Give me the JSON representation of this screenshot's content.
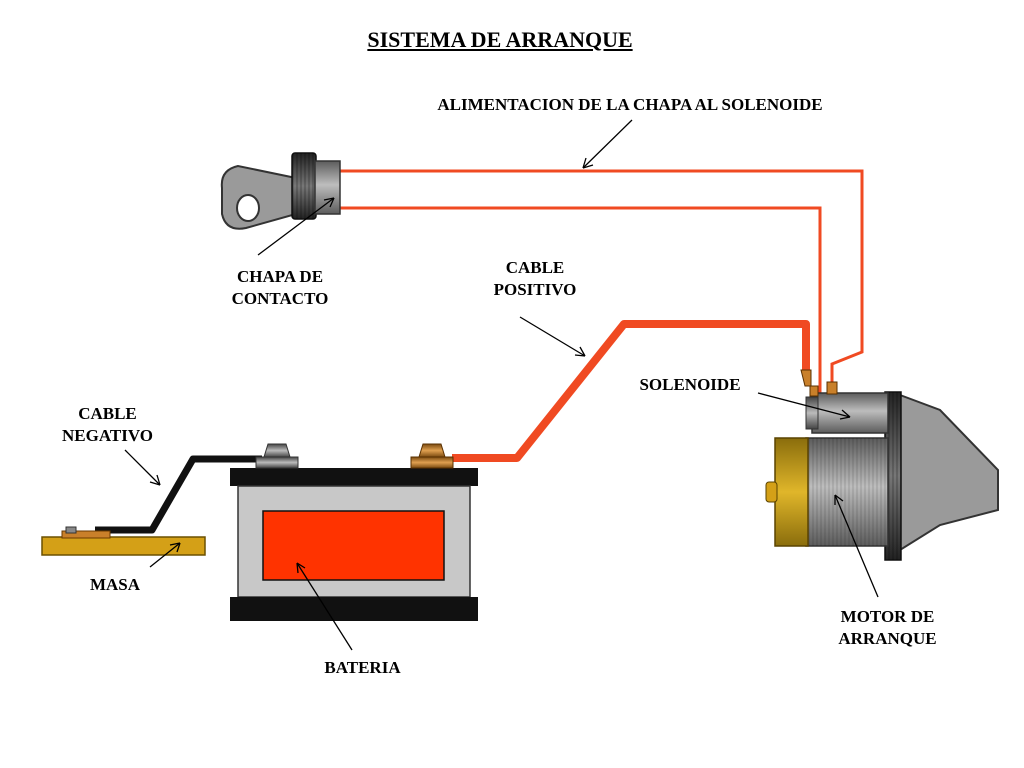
{
  "title": "SISTEMA DE ARRANQUE",
  "labels": {
    "feed": "ALIMENTACION DE LA CHAPA AL SOLENOIDE",
    "ignition_l1": "CHAPA DE",
    "ignition_l2": "CONTACTO",
    "positive_l1": "CABLE",
    "positive_l2": "POSITIVO",
    "solenoid": "SOLENOIDE",
    "negative_l1": "CABLE",
    "negative_l2": "NEGATIVO",
    "ground": "MASA",
    "battery": "BATERIA",
    "motor_l1": "MOTOR DE",
    "motor_l2": "ARRANQUE"
  },
  "colors": {
    "wire_red": "#f04a22",
    "negative_wire": "#111111",
    "battery_body": "#c8c8c8",
    "battery_core": "#ff3300",
    "ground_plate": "#d4a017",
    "terminal_positive": "#c9802a",
    "terminal_negative": "#8a8a8a"
  }
}
